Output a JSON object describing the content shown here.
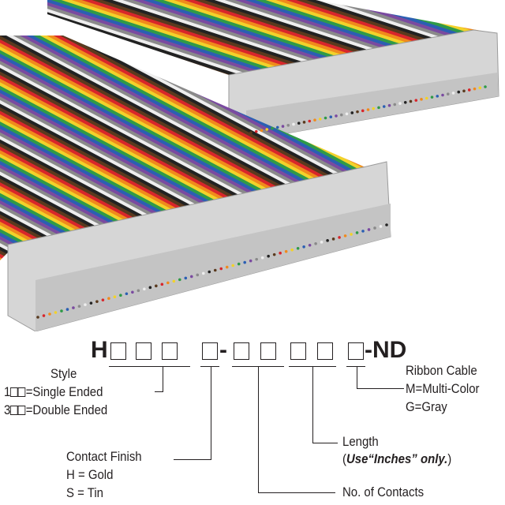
{
  "part_number": {
    "prefix": "H",
    "dash": "-",
    "suffix": "-ND"
  },
  "style": {
    "title": "Style",
    "single_prefix": "1",
    "single": "=Single Ended",
    "double_prefix": "3",
    "double": "=Double Ended"
  },
  "contact_finish": {
    "title": "Contact Finish",
    "gold": "H = Gold",
    "tin": "S = Tin"
  },
  "contacts": {
    "title": "No. of Contacts"
  },
  "length": {
    "title": "Length",
    "open": "(",
    "note": "Use“Inches” only.",
    "close": ")"
  },
  "ribbon": {
    "title": "Ribbon Cable",
    "multi": "M=Multi-Color",
    "gray": "G=Gray"
  },
  "colors": {
    "wire": [
      "#5a3a1e",
      "#d8262b",
      "#f08a1c",
      "#f2d22a",
      "#2f9a48",
      "#2b5fb3",
      "#7a4aa0",
      "#8a8a8a",
      "#eeeeee",
      "#222222"
    ],
    "connector": "#d6d6d6",
    "text": "#231f20"
  }
}
